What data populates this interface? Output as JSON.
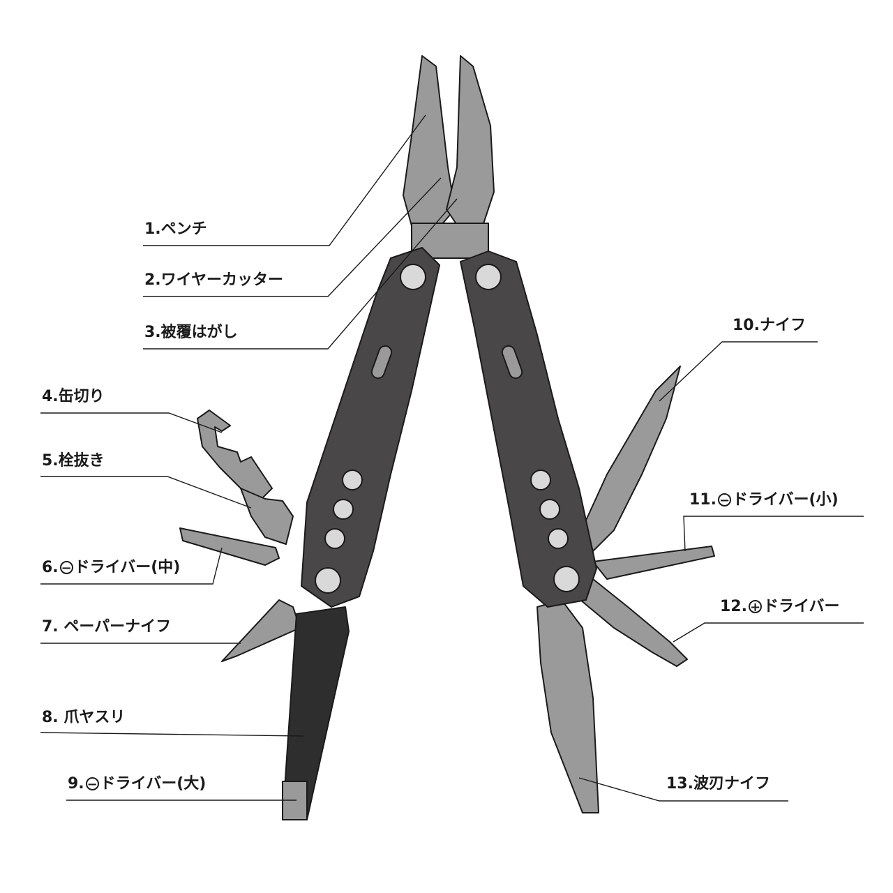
{
  "labels": {
    "l1": {
      "text": "1.ペンチ"
    },
    "l2": {
      "text": "2.ワイヤーカッター"
    },
    "l3": {
      "text": "3.被覆はがし"
    },
    "l4": {
      "text": "4.缶切り"
    },
    "l5": {
      "text": "5.栓抜き"
    },
    "l6": {
      "num": "6.",
      "sym": "−",
      "text": "ドライバー(中)"
    },
    "l7": {
      "text": "7. ペーパーナイフ"
    },
    "l8": {
      "text": "8. 爪ヤスリ"
    },
    "l9": {
      "num": "9.",
      "sym": "−",
      "text": "ドライバー(大)"
    },
    "l10": {
      "text": "10.ナイフ"
    },
    "l11": {
      "num": "11.",
      "sym": "−",
      "text": "ドライバー(小)"
    },
    "l12": {
      "num": "12.",
      "sym": "+",
      "text": "ドライバー"
    },
    "l13": {
      "text": "13.波刃ナイフ"
    }
  },
  "colors": {
    "steel": "#9a9a9a",
    "handle": "#4a4748",
    "outline": "#1a1a1a",
    "screw": "#d9d9d9"
  }
}
